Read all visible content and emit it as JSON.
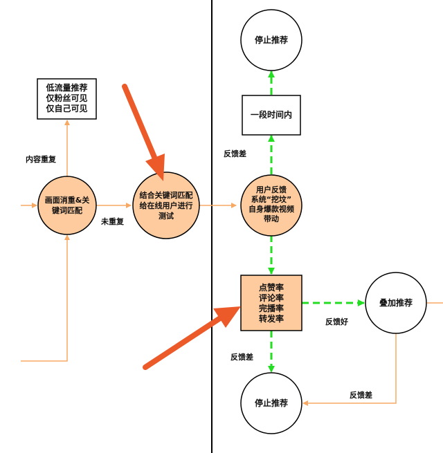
{
  "colors": {
    "node_fill": "#FDCB9E",
    "orange_line": "#F7A964",
    "green_line": "#22DD22",
    "red_arrow": "#EC5A2A",
    "divider": "#000000"
  },
  "nodes": {
    "low_traffic": "低流量推荐\n仅粉丝可见\n仅自己可见",
    "dedup": "画面消重&关\n键词匹配",
    "keyword_test": "结合关键词匹配\n给在线用户进行\n测试",
    "stop_top": "停止推荐",
    "period": "一段时间内",
    "feedback_system": "用户反馈\n系统“挖坟”\n自身爆款视频\n带动",
    "metrics": "点赞率\n评论率\n完播率\n转发率",
    "stack_recommend": "叠加推荐",
    "stop_bottom": "停止推荐"
  },
  "edges": {
    "content_duplicate": "内容重复",
    "not_duplicate": "未重复",
    "feedback_bad_top": "反馈差",
    "feedback_good": "反馈好",
    "feedback_bad_bottom": "反馈差",
    "feedback_bad_right": "反馈差"
  }
}
